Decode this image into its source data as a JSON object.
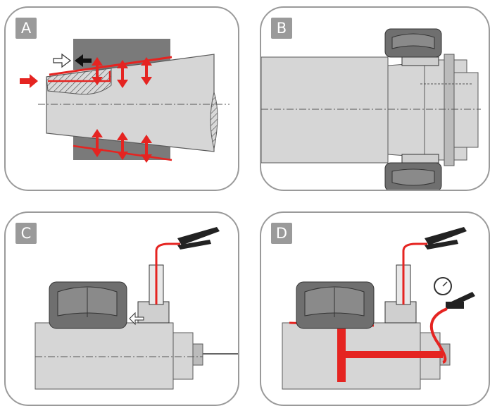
{
  "panels": [
    {
      "label": "A"
    },
    {
      "label": "B"
    },
    {
      "label": "C"
    },
    {
      "label": "D"
    }
  ],
  "colors": {
    "frame": "#9a9a9a",
    "oil": "#e52421",
    "steel": "#cfcfcf",
    "ring": "#6f6f6f",
    "outline": "#4a4a4a"
  }
}
